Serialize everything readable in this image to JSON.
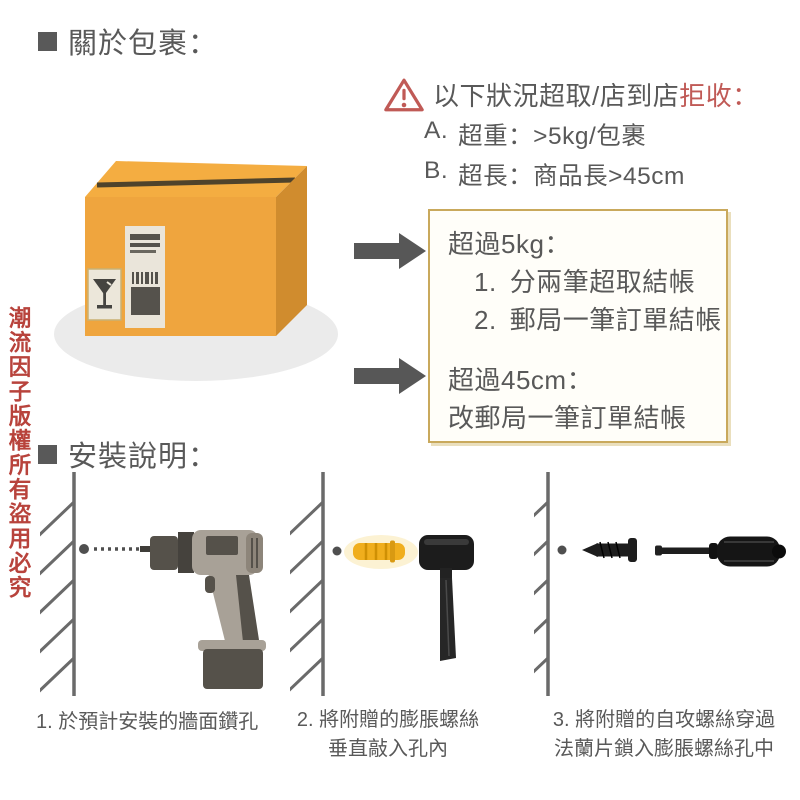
{
  "colors": {
    "text_gray": "#595959",
    "accent_red": "#c05a56",
    "watermark_red": "#b8433c",
    "rules_border_gold": "#c9a95c",
    "box_orange_front": "#efa53e",
    "box_orange_top": "#f4ad41",
    "box_orange_side": "#d08c2e",
    "anchor_yellow": "#f0ae1d",
    "arrow_gray": "#575757"
  },
  "icons": {
    "bullet": "square-bullet",
    "warning": "warning-triangle-icon",
    "arrow": "arrow-right-icon",
    "parcel": "parcel-box-illustration",
    "drill": "electric-drill-illustration",
    "anchor_mallet": "wall-anchor-and-mallet-illustration",
    "screw_driver": "screw-and-screwdriver-illustration"
  },
  "watermark": {
    "text": "潮流因子版權所有盜用必究"
  },
  "package_section": {
    "title": "關於包裹：",
    "warning": {
      "prefix": "以下狀況超取/店到店",
      "refuse": "拒收："
    },
    "warning_items": [
      {
        "label": "A.",
        "text": "超重：>5kg/包裹"
      },
      {
        "label": "B.",
        "text": "超長：商品長>45cm"
      }
    ],
    "rules": {
      "overweight_title": "超過5kg：",
      "overweight_options": [
        {
          "num": "1.",
          "text": "分兩筆超取結帳"
        },
        {
          "num": "2.",
          "text": "郵局一筆訂單結帳"
        }
      ],
      "overlength_title": "超過45cm：",
      "overlength_action": "改郵局一筆訂單結帳"
    }
  },
  "install_section": {
    "title": "安裝說明：",
    "steps": [
      {
        "caption_line1": "1. 於預計安裝的牆面鑽孔",
        "caption_line2": "",
        "tool": "electric-drill"
      },
      {
        "caption_line1": "2. 將附贈的膨脹螺絲",
        "caption_line2": "垂直敲入孔內",
        "tool": "wall-anchor-and-mallet"
      },
      {
        "caption_line1": "3. 將附贈的自攻螺絲穿過",
        "caption_line2": "法蘭片鎖入膨脹螺絲孔中",
        "tool": "screw-and-screwdriver"
      }
    ]
  }
}
